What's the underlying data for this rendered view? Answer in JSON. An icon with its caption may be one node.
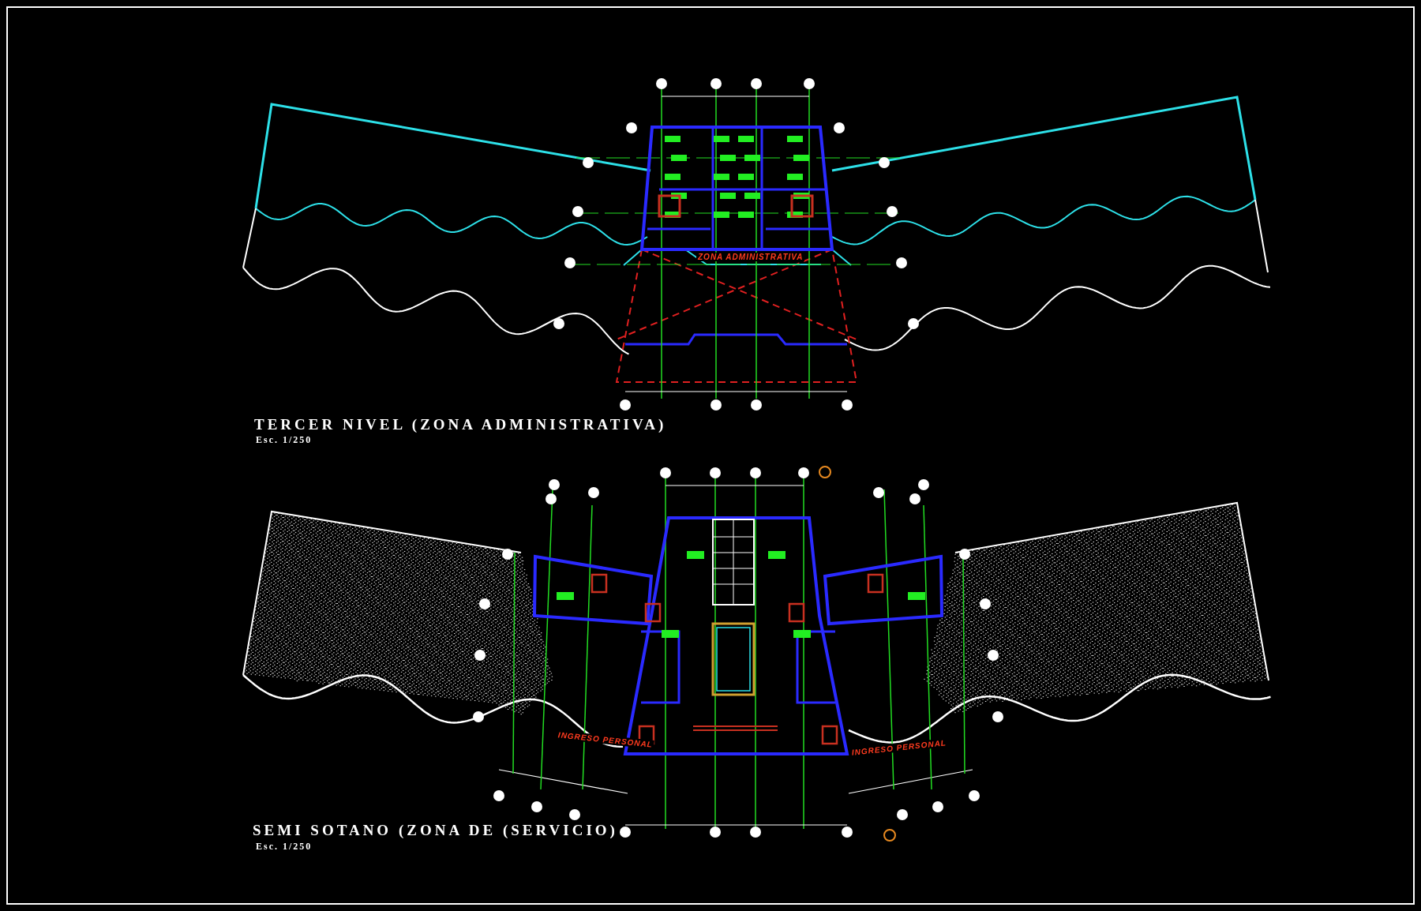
{
  "diagram": {
    "labels": [
      "ZONA ADMINISTRATIVA",
      "TERCER NIVEL (ZONA ADMINISTRATIVA)",
      "Esc. 1/250",
      "INGRESO PERSONAL",
      "INGRESO PERSONAL",
      "SEMI SOTANO (ZONA DE (SERVICIO)",
      "Esc. 1/250"
    ]
  }
}
